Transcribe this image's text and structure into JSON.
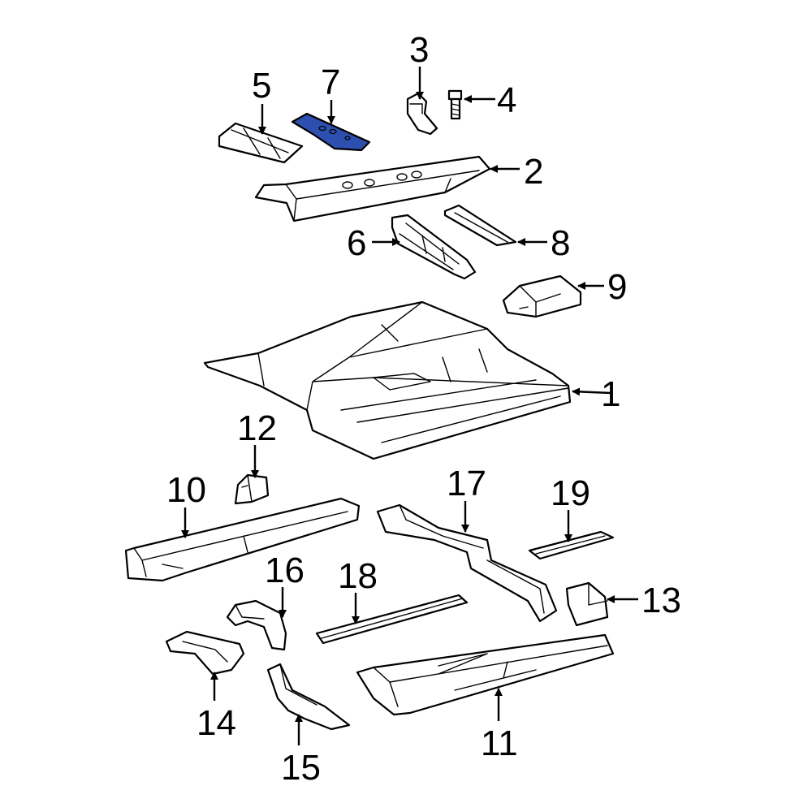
{
  "highlight_color": "#2d4fb0",
  "callouts": {
    "c1": "1",
    "c2": "2",
    "c3": "3",
    "c4": "4",
    "c5": "5",
    "c6": "6",
    "c7": "7",
    "c8": "8",
    "c9": "9",
    "c10": "10",
    "c11": "11",
    "c12": "12",
    "c13": "13",
    "c14": "14",
    "c15": "15",
    "c16": "16",
    "c17": "17",
    "c18": "18",
    "c19": "19"
  },
  "highlighted_part": "7"
}
